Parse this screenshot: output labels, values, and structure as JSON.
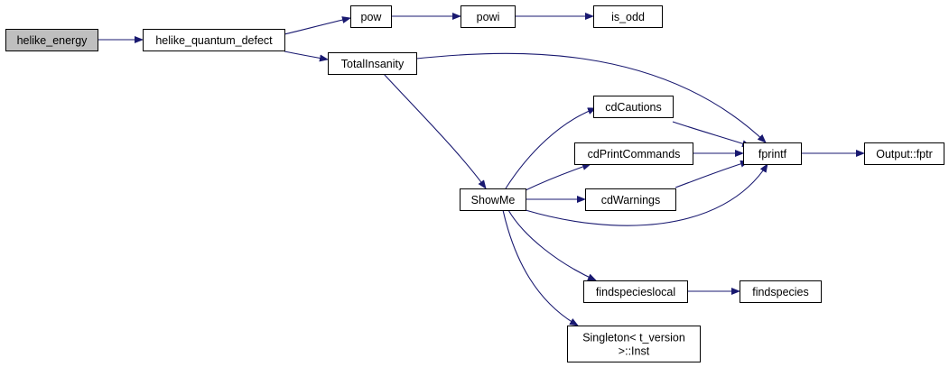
{
  "colors": {
    "edge": "#191970",
    "node_fill": "#ffffff",
    "root_fill": "#bfbfbf",
    "node_border": "#000000"
  },
  "nodes": [
    {
      "id": "helike_energy",
      "lines": [
        "helike_energy"
      ],
      "root": true
    },
    {
      "id": "helike_quantum_defect",
      "lines": [
        "helike_quantum_defect"
      ]
    },
    {
      "id": "pow",
      "lines": [
        "pow"
      ]
    },
    {
      "id": "powi",
      "lines": [
        "powi"
      ]
    },
    {
      "id": "is_odd",
      "lines": [
        "is_odd"
      ]
    },
    {
      "id": "TotalInsanity",
      "lines": [
        "TotalInsanity"
      ]
    },
    {
      "id": "fprintf",
      "lines": [
        "fprintf"
      ]
    },
    {
      "id": "Output_fptr",
      "lines": [
        "Output::fptr"
      ]
    },
    {
      "id": "cdCautions",
      "lines": [
        "cdCautions"
      ]
    },
    {
      "id": "cdPrintCommands",
      "lines": [
        "cdPrintCommands"
      ]
    },
    {
      "id": "cdWarnings",
      "lines": [
        "cdWarnings"
      ]
    },
    {
      "id": "ShowMe",
      "lines": [
        "ShowMe"
      ]
    },
    {
      "id": "findspecieslocal",
      "lines": [
        "findspecieslocal"
      ]
    },
    {
      "id": "findspecies",
      "lines": [
        "findspecies"
      ]
    },
    {
      "id": "Singleton_Inst",
      "lines": [
        "Singleton< t_version",
        ">::Inst"
      ]
    }
  ],
  "edges": [
    {
      "from": "helike_energy",
      "to": "helike_quantum_defect"
    },
    {
      "from": "helike_quantum_defect",
      "to": "pow"
    },
    {
      "from": "helike_quantum_defect",
      "to": "TotalInsanity"
    },
    {
      "from": "pow",
      "to": "powi"
    },
    {
      "from": "powi",
      "to": "is_odd"
    },
    {
      "from": "TotalInsanity",
      "to": "fprintf"
    },
    {
      "from": "TotalInsanity",
      "to": "ShowMe"
    },
    {
      "from": "fprintf",
      "to": "Output_fptr"
    },
    {
      "from": "cdCautions",
      "to": "fprintf"
    },
    {
      "from": "cdPrintCommands",
      "to": "fprintf"
    },
    {
      "from": "cdWarnings",
      "to": "fprintf"
    },
    {
      "from": "ShowMe",
      "to": "cdCautions"
    },
    {
      "from": "ShowMe",
      "to": "cdPrintCommands"
    },
    {
      "from": "ShowMe",
      "to": "cdWarnings"
    },
    {
      "from": "ShowMe",
      "to": "fprintf"
    },
    {
      "from": "ShowMe",
      "to": "findspecieslocal"
    },
    {
      "from": "ShowMe",
      "to": "Singleton_Inst"
    },
    {
      "from": "findspecieslocal",
      "to": "findspecies"
    }
  ]
}
